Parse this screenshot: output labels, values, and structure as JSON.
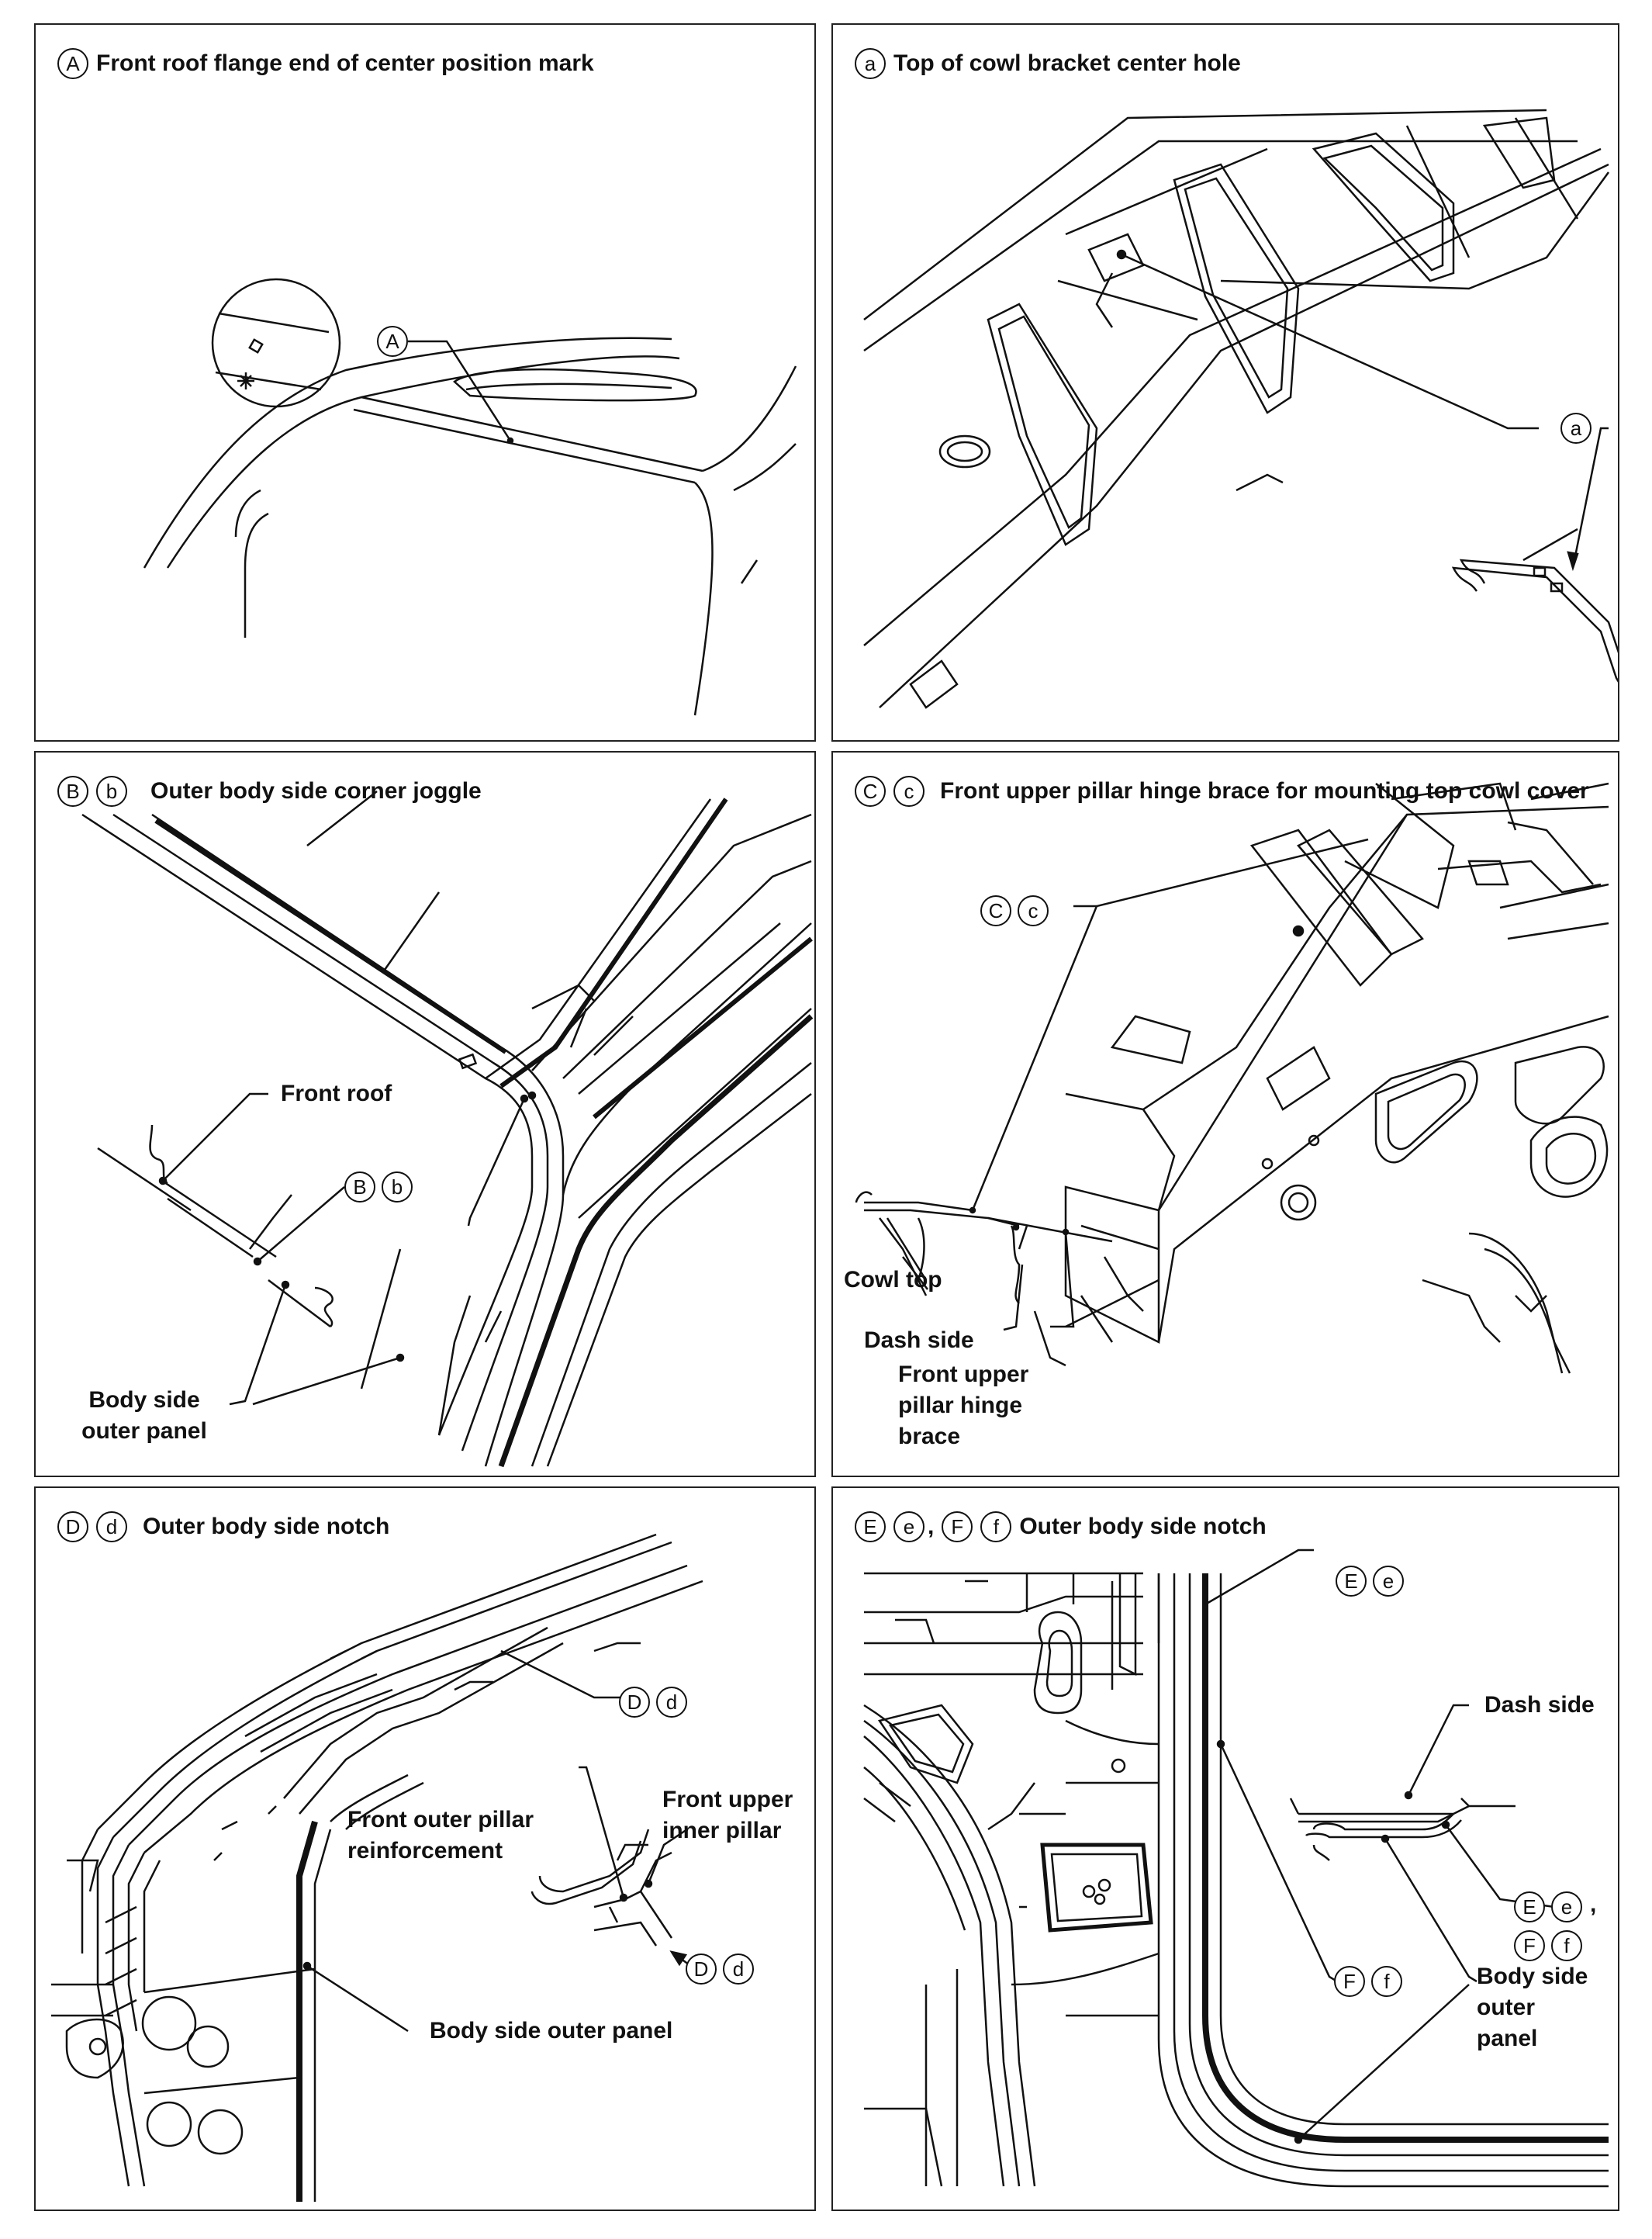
{
  "panels": {
    "p1": {
      "title_marks": [
        "A"
      ],
      "title": "Front roof flange end of center position mark",
      "callout": [
        "A"
      ]
    },
    "p2": {
      "title_marks": [
        "a"
      ],
      "title": "Top of cowl bracket center hole",
      "callout": [
        "a"
      ]
    },
    "p3": {
      "title_marks": [
        "B",
        "b"
      ],
      "title": "Outer body side corner joggle",
      "front_roof": "Front roof",
      "callout": [
        "B",
        "b"
      ],
      "body_side_1": "Body side",
      "body_side_2": "outer panel"
    },
    "p4": {
      "title_marks": [
        "C",
        "c"
      ],
      "title": "Front upper pillar hinge brace for mounting top cowl cover",
      "callout": [
        "C",
        "c"
      ],
      "cowl_top": "Cowl top",
      "dash_side": "Dash side",
      "hinge_1": "Front upper",
      "hinge_2": "pillar hinge",
      "hinge_3": "brace"
    },
    "p5": {
      "title_marks": [
        "D",
        "d"
      ],
      "title": "Outer body side notch",
      "callout_top": [
        "D",
        "d"
      ],
      "callout_bottom": [
        "D",
        "d"
      ],
      "upper_inner_1": "Front upper",
      "upper_inner_2": "inner pillar",
      "outer_reinf_1": "Front outer pillar",
      "outer_reinf_2": "reinforcement",
      "body_side": "Body side outer panel"
    },
    "p6": {
      "title_marks": [
        "E",
        "e",
        "F",
        "f"
      ],
      "title": "Outer body side notch",
      "callout_top": [
        "E",
        "e"
      ],
      "callout_ef_1": [
        "E",
        "e"
      ],
      "callout_ef_2": [
        "F",
        "f"
      ],
      "callout_mid": [
        "F",
        "f"
      ],
      "dash_side": "Dash side",
      "body_1": "Body side",
      "body_2": "outer",
      "body_3": "panel"
    }
  }
}
